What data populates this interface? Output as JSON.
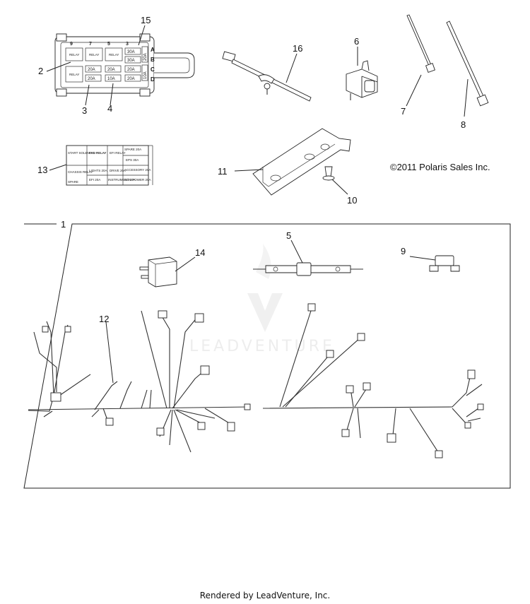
{
  "callouts": {
    "c1": "1",
    "c2": "2",
    "c3": "3",
    "c4": "4",
    "c5": "5",
    "c6": "6",
    "c7": "7",
    "c8": "8",
    "c9": "9",
    "c10": "10",
    "c11": "11",
    "c12": "12",
    "c13": "13",
    "c14": "14",
    "c15": "15",
    "c16": "16"
  },
  "fuse_box": {
    "relay_label": "RELAY",
    "fuses": [
      "30A",
      "30A",
      "20A",
      "20A",
      "20A",
      "20A",
      "10A",
      "20A",
      "20A",
      "10A"
    ],
    "row_letters": [
      "A",
      "B",
      "C",
      "D"
    ],
    "col_numbers": [
      "9",
      "7",
      "5",
      "3"
    ]
  },
  "decal": {
    "cells": [
      "START SOLENOID RELAY",
      "FAN RELAY",
      "EFI RELAY",
      "SPARE 20A",
      "EPS 30A",
      "CHASSIS RELAY",
      "LIGHTS 20A",
      "DRIVE 20A",
      "ACCESSORY 20A",
      "EFI 20A",
      "INSTRUMENT 10A",
      "ECM POWER 20A",
      "SPARE"
    ]
  },
  "watermark": "LEADVENTURE",
  "copyright": "©2011 Polaris Sales Inc.",
  "footer": "Rendered by LeadVenture, Inc.",
  "colors": {
    "line": "#222222",
    "watermark": "#d9d9d9"
  }
}
